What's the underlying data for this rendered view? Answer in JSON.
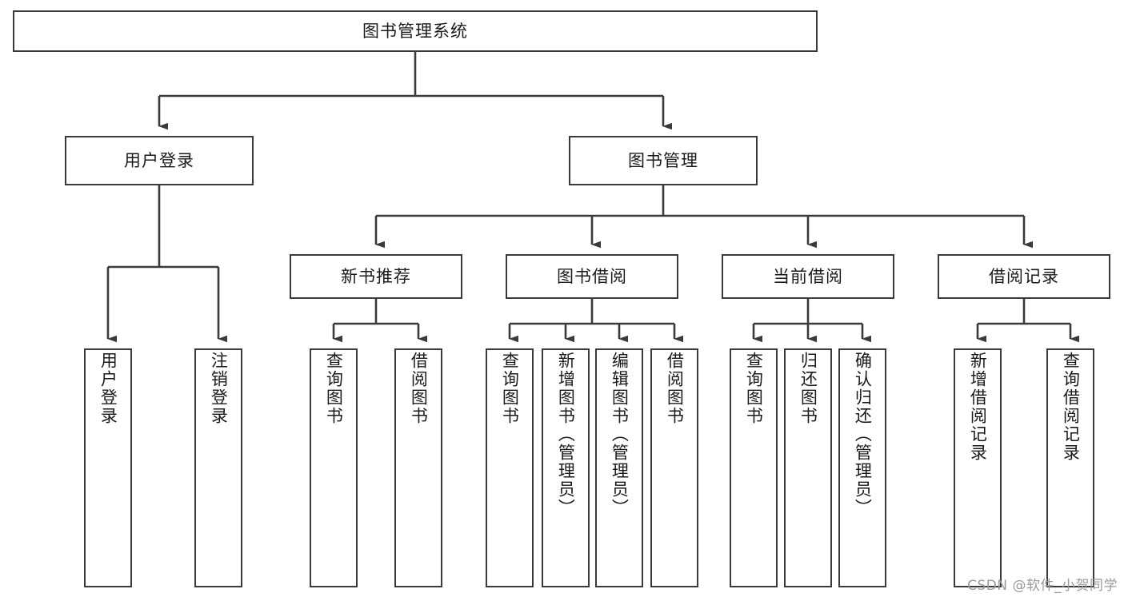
{
  "diagram": {
    "type": "tree-hierarchy-chart",
    "title": "图书管理系统",
    "watermark": "CSDN @软件_小贺同学",
    "line_color": "#3a3a3a",
    "background": "#ffffff",
    "text_color": "#1a1a1a"
  },
  "nodes": {
    "root": {
      "label": "图书管理系统"
    },
    "level2": [
      {
        "label": "用户登录"
      },
      {
        "label": "图书管理"
      }
    ],
    "level3": [
      {
        "label": "新书推荐"
      },
      {
        "label": "图书借阅"
      },
      {
        "label": "当前借阅"
      },
      {
        "label": "借阅记录"
      }
    ],
    "leaves": {
      "user_login": [
        {
          "label": "用户登录"
        },
        {
          "label": "注销登录"
        }
      ],
      "new_book_recommend": [
        {
          "label": "查询图书"
        },
        {
          "label": "借阅图书"
        }
      ],
      "book_borrow": [
        {
          "label": "查询图书"
        },
        {
          "label": "新增图书（管理员）"
        },
        {
          "label": "编辑图书（管理员）"
        },
        {
          "label": "借阅图书"
        }
      ],
      "current_borrow": [
        {
          "label": "查询图书"
        },
        {
          "label": "归还图书"
        },
        {
          "label": "确认归还（管理员）"
        }
      ],
      "borrow_record": [
        {
          "label": "新增借阅记录"
        },
        {
          "label": "查询借阅记录"
        }
      ]
    }
  }
}
